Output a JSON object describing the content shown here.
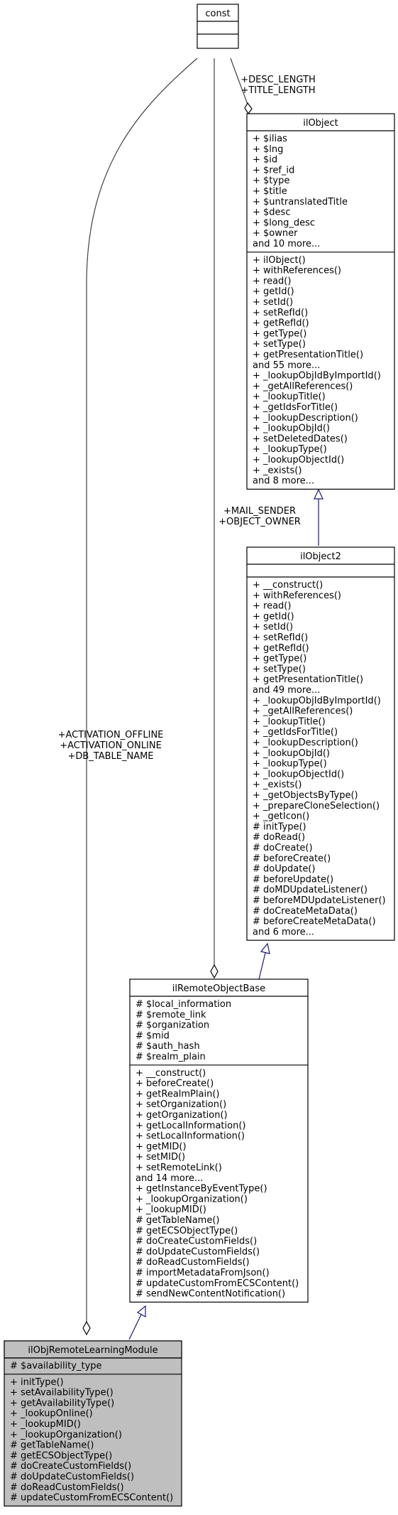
{
  "classes": [
    {
      "id": "const",
      "name": "const",
      "attributes": [],
      "methods": []
    },
    {
      "id": "ilObject",
      "name": "ilObject",
      "attributes": [
        "+ $ilias",
        "+ $lng",
        "+ $id",
        "+ $ref_id",
        "+ $type",
        "+ $title",
        "+ $untranslatedTitle",
        "+ $desc",
        "+ $long_desc",
        "+ $owner",
        "and 10 more..."
      ],
      "methods": [
        "+ ilObject()",
        "+ withReferences()",
        "+ read()",
        "+ getId()",
        "+ setId()",
        "+ setRefId()",
        "+ getRefId()",
        "+ getType()",
        "+ setType()",
        "+ getPresentationTitle()",
        "and 55 more...",
        "+ _lookupObjIdByImportId()",
        "+ _getAllReferences()",
        "+ _lookupTitle()",
        "+ _getIdsForTitle()",
        "+ _lookupDescription()",
        "+ _lookupObjId()",
        "+ setDeletedDates()",
        "+ _lookupType()",
        "+ _lookupObjectId()",
        "+ _exists()",
        "and 8 more..."
      ]
    },
    {
      "id": "ilObject2",
      "name": "ilObject2",
      "attributes": [],
      "methods": [
        "+ __construct()",
        "+ withReferences()",
        "+ read()",
        "+ getId()",
        "+ setId()",
        "+ setRefId()",
        "+ getRefId()",
        "+ getType()",
        "+ setType()",
        "+ getPresentationTitle()",
        "and 49 more...",
        "+ _lookupObjIdByImportId()",
        "+ _getAllReferences()",
        "+ _lookupTitle()",
        "+ _getIdsForTitle()",
        "+ _lookupDescription()",
        "+ _lookupObjId()",
        "+ _lookupType()",
        "+ _lookupObjectId()",
        "+ _exists()",
        "+ _getObjectsByType()",
        "+ _prepareCloneSelection()",
        "+ _getIcon()",
        "# initType()",
        "# doRead()",
        "# doCreate()",
        "# beforeCreate()",
        "# doUpdate()",
        "# beforeUpdate()",
        "# doMDUpdateListener()",
        "# beforeMDUpdateListener()",
        "# doCreateMetaData()",
        "# beforeCreateMetaData()",
        "and 6 more..."
      ]
    },
    {
      "id": "ilRemoteObjectBase",
      "name": "ilRemoteObjectBase",
      "attributes": [
        "# $local_information",
        "# $remote_link",
        "# $organization",
        "# $mid",
        "# $auth_hash",
        "# $realm_plain"
      ],
      "methods": [
        "+ __construct()",
        "+ beforeCreate()",
        "+ getRealmPlain()",
        "+ setOrganization()",
        "+ getOrganization()",
        "+ getLocalInformation()",
        "+ setLocalInformation()",
        "+ getMID()",
        "+ setMID()",
        "+ setRemoteLink()",
        "and 14 more...",
        "+ getInstanceByEventType()",
        "+ _lookupOrganization()",
        "+ _lookupMID()",
        "# getTableName()",
        "# getECSObjectType()",
        "# doCreateCustomFields()",
        "# doUpdateCustomFields()",
        "# doReadCustomFields()",
        "# importMetadataFromJson()",
        "# updateCustomFromECSContent()",
        "# sendNewContentNotification()"
      ]
    },
    {
      "id": "ilObjRemoteLearningModule",
      "name": "ilObjRemoteLearningModule",
      "attributes": [
        "# $availability_type"
      ],
      "methods": [
        "+ initType()",
        "+ setAvailabilityType()",
        "+ getAvailabilityType()",
        "+ _lookupOnline()",
        "+ _lookupMID()",
        "+ _lookupOrganization()",
        "# getTableName()",
        "# getECSObjectType()",
        "# doCreateCustomFields()",
        "# doUpdateCustomFields()",
        "# doReadCustomFields()",
        "# updateCustomFromECSContent()"
      ]
    }
  ],
  "edge_labels": [
    {
      "id": "const-ilObject",
      "lines": [
        "+DESC_LENGTH",
        "+TITLE_LENGTH"
      ]
    },
    {
      "id": "const-ilRemoteObjectBase",
      "lines": [
        "+MAIL_SENDER",
        "+OBJECT_OWNER"
      ]
    },
    {
      "id": "const-ilObjRemoteLearningModule",
      "lines": [
        "+ACTIVATION_OFFLINE",
        "+ACTIVATION_ONLINE",
        "+DB_TABLE_NAME"
      ]
    }
  ],
  "colors": {
    "focus_fill": "#bfbfbf",
    "inheritance_edge": "#191970",
    "usage_edge": "#404040"
  }
}
